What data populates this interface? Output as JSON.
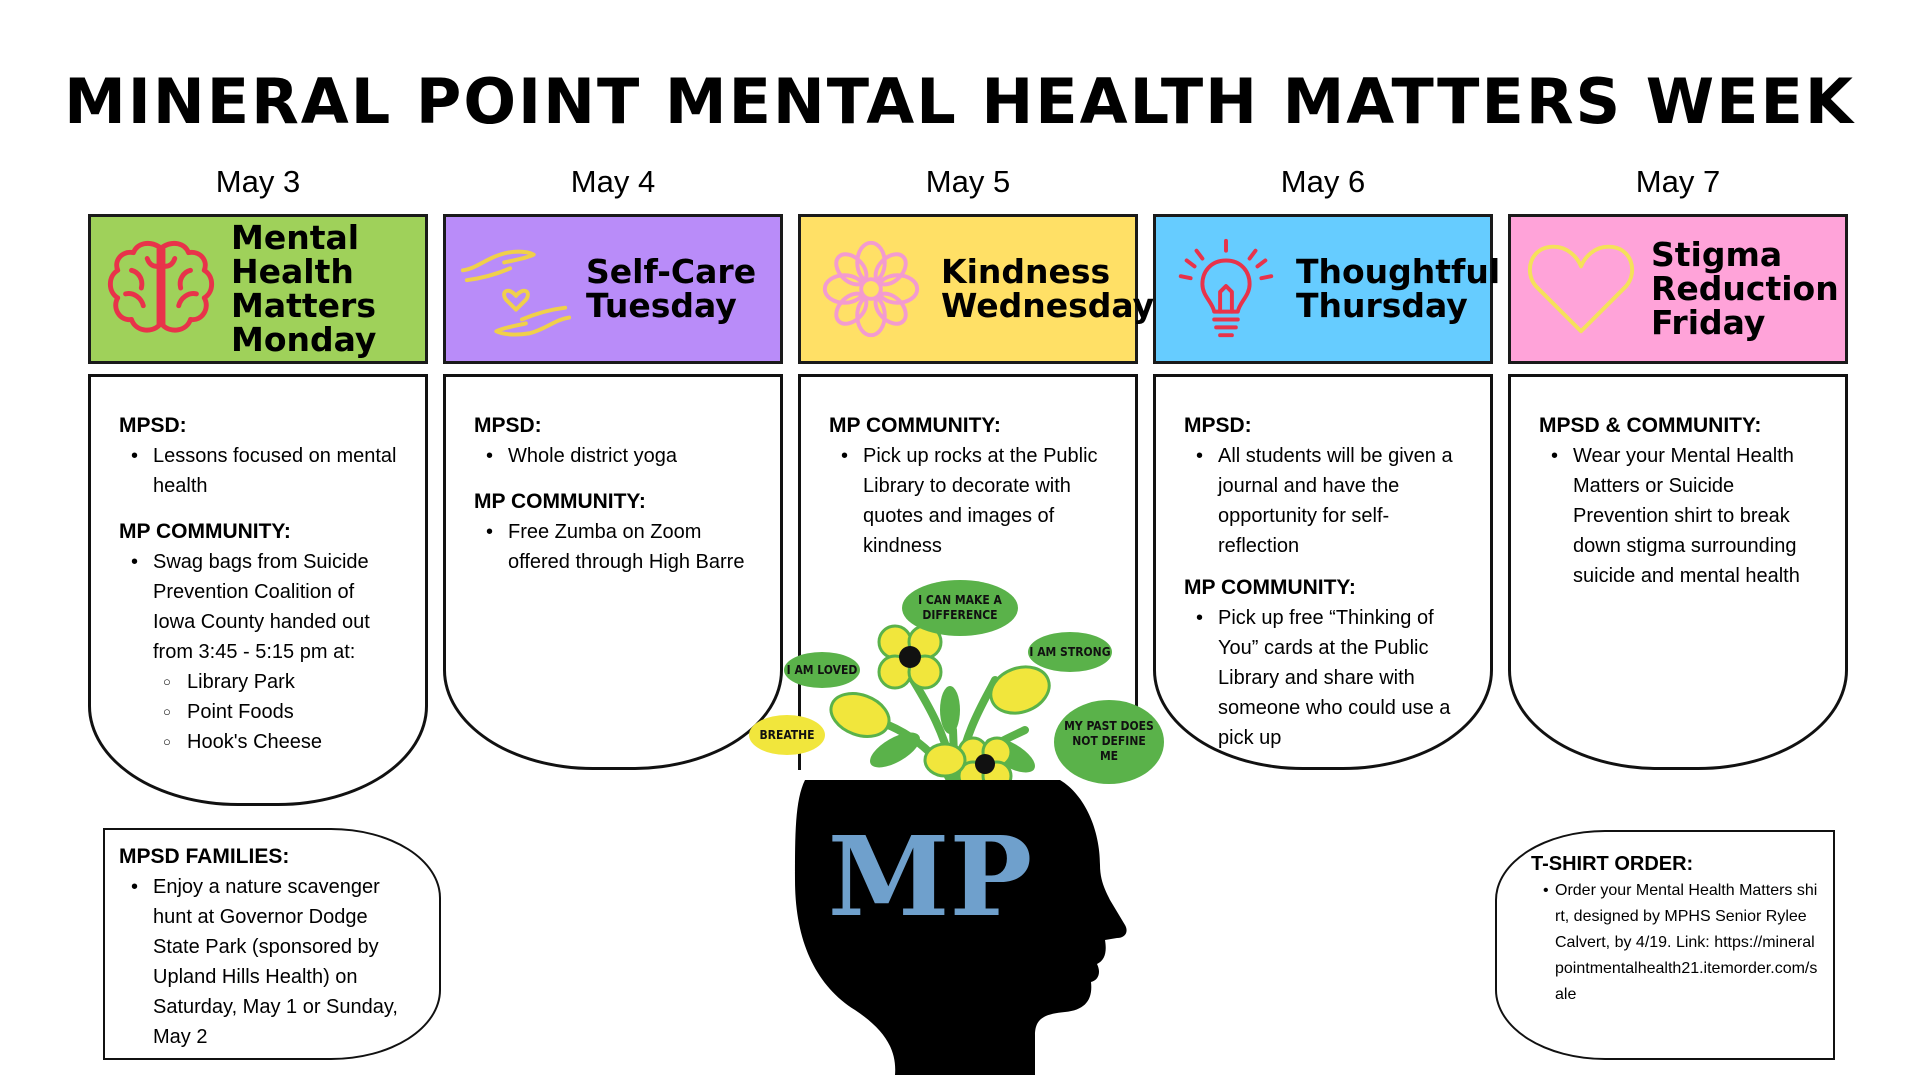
{
  "title": "MINERAL POINT MENTAL HEALTH MATTERS WEEK",
  "days": [
    {
      "date": "May 3",
      "header": "Mental\nHealth\nMatters\nMonday",
      "color": "#9fd15a",
      "icon": "brain-icon",
      "sec1": "MPSD:",
      "sec1_items": [
        "Lessons focused on mental health"
      ],
      "sec2": "MP COMMUNITY:",
      "sec2_items": [
        "Swag bags from Suicide Prevention Coalition of Iowa County handed out from 3:45 - 5:15 pm at:"
      ],
      "sec2_subitems": [
        "Library Park",
        "Point Foods",
        "Hook's Cheese"
      ]
    },
    {
      "date": "May 4",
      "header": "Self-Care\nTuesday",
      "color": "#b98cf9",
      "icon": "caring-hands-icon",
      "sec1": "MPSD:",
      "sec1_items": [
        "Whole district yoga"
      ],
      "sec2": "MP COMMUNITY:",
      "sec2_items": [
        "Free Zumba on Zoom offered through High Barre"
      ]
    },
    {
      "date": "May 5",
      "header": "Kindness\nWednesday",
      "color": "#ffe066",
      "icon": "flower-icon",
      "sec1": "MP COMMUNITY:",
      "sec1_items": [
        "Pick up rocks at the Public Library to decorate with quotes and images of kindness"
      ]
    },
    {
      "date": "May 6",
      "header": "Thoughtful\nThursday",
      "color": "#66ccff",
      "icon": "lightbulb-icon",
      "sec1": "MPSD:",
      "sec1_items": [
        "All students will be given a journal and have the opportunity for self-reflection"
      ],
      "sec2": "MP COMMUNITY:",
      "sec2_items": [
        "Pick up free “Thinking of You” cards at the Public Library and share with someone who could use a pick up"
      ]
    },
    {
      "date": "May 7",
      "header": "Stigma\nReduction\nFriday",
      "color": "#ffa3d9",
      "icon": "heart-icon",
      "sec1": "MPSD & COMMUNITY:",
      "sec1_items": [
        "Wear your Mental Health Matters or Suicide Prevention shirt to break down stigma surrounding suicide and mental health"
      ]
    }
  ],
  "families": {
    "heading": "MPSD FAMILIES:",
    "item": "Enjoy a nature scavenger hunt at Governor Dodge State Park (sponsored by Upland Hills Health) on Saturday, May 1 or Sunday, May 2"
  },
  "tshirt": {
    "heading": "T-SHIRT ORDER:",
    "item": "Order your Mental Health Matters shirt, designed by MPHS Senior Rylee Calvert, by 4/19. Link: https://mineralpointmentalhealth21.itemorder.com/sale"
  },
  "illustration": {
    "logo": "MP",
    "bubbles": [
      "I CAN MAKE A DIFFERENCE",
      "I AM STRONG",
      "I AM LOVED",
      "BREATHE",
      "MY PAST DOES NOT DEFINE ME"
    ],
    "bubble_color": "#5ab24a",
    "logo_color": "#6fa0cc",
    "petal_color": "#f1e63c"
  }
}
